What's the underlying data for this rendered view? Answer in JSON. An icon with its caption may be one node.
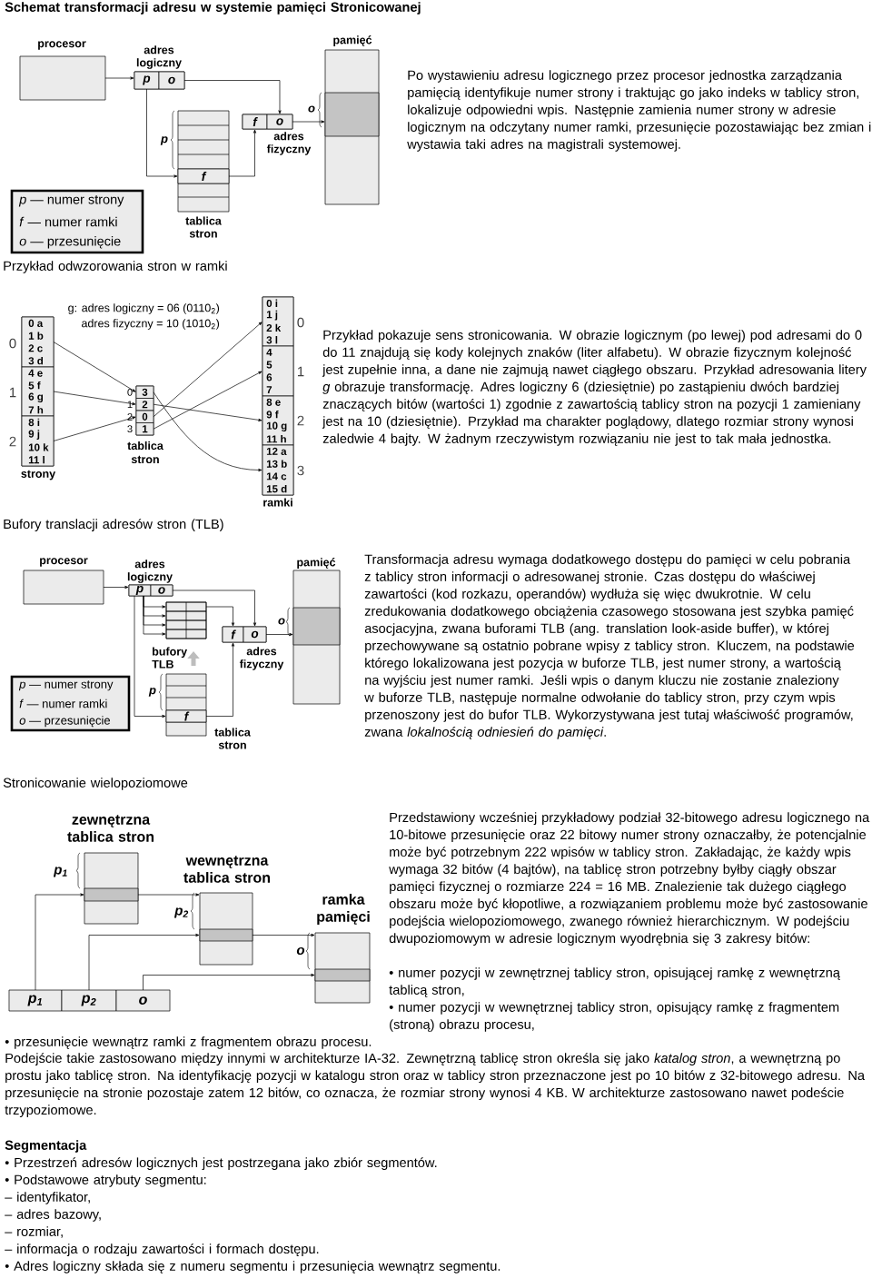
{
  "diagram": {
    "title": "Schemat transformacji adresu w systemie pamięci Stronicowanej",
    "nodes": [
      {
        "text": [
          "procesor"
        ]
      },
      {
        "text": [
          "adres logiczny"
        ]
      },
      {
        "text": [
          "p"
        ],
        "in": 1
      },
      {
        "text": [
          "o"
        ],
        "in": 1
      },
      {
        "text": [
          "tablica stron"
        ]
      },
      {
        "text": [
          "f"
        ],
        "in": 4
      },
      {
        "text": [
          "adres fizyczny"
        ]
      },
      {
        "text": [
          "f"
        ],
        "in": 6
      },
      {
        "text": [
          "o"
        ],
        "in": 6
      },
      {
        "text": [
          "pamięć"
        ]
      },
      {
        "text": [],
        "shape": "box",
        "in": 9
      },
      {
        "text": [
          "*p* — numer strony",
          "*f* — numer ramki",
          "*o* — przesunięcie"
        ]
      },
      {
        "text": [
          "strony"
        ]
      },
      {
        "text": [
          "0 a",
          "1 b",
          "2 c",
          "3 d"
        ],
        "beside": [
          "0"
        ],
        "in": 12
      },
      {
        "text": [
          "4 e",
          "5 f",
          "6 g",
          "7 h"
        ],
        "beside": [
          "1"
        ],
        "in": 12
      },
      {
        "text": [
          "8 i",
          "9 j",
          "10 k",
          "11 l"
        ],
        "beside": [
          "2"
        ],
        "in": 12
      },
      {
        "text": [
          "tablica stron"
        ]
      },
      {
        "text": [
          "3"
        ],
        "beside": [
          "0"
        ],
        "in": 16
      },
      {
        "text": [
          "2"
        ],
        "beside": [
          "1"
        ],
        "in": 16
      },
      {
        "text": [
          "0"
        ],
        "beside": [
          "2"
        ],
        "in": 16
      },
      {
        "text": [
          "1"
        ],
        "beside": [
          "3"
        ],
        "in": 16
      },
      {
        "text": [
          "ramki"
        ]
      },
      {
        "text": [
          "0 i",
          "1 j",
          "2 k",
          "3 l"
        ],
        "beside": [
          "0"
        ],
        "in": 21
      },
      {
        "text": [
          "4",
          "5",
          "6",
          "7"
        ],
        "beside": [
          "1"
        ],
        "in": 21
      },
      {
        "text": [
          "8 e",
          "9 f",
          "10 g",
          "11 h"
        ],
        "beside": [
          "2"
        ],
        "in": 21
      },
      {
        "text": [
          "12 a",
          "13 b",
          "14 c",
          "15 d"
        ],
        "beside": [
          "3"
        ],
        "in": 21
      },
      {
        "text": [
          "procesor"
        ]
      },
      {
        "text": [
          "adres logiczny"
        ]
      },
      {
        "text": [
          "p"
        ],
        "in": 27
      },
      {
        "text": [
          "o"
        ],
        "in": 27
      },
      {
        "text": [
          "bufory TLB"
        ]
      },
      {
        "text": [],
        "shape": "box",
        "in": 30
      },
      {
        "text": [],
        "shape": "box",
        "in": 30
      },
      {
        "text": [],
        "shape": "box",
        "in": 30
      },
      {
        "text": [],
        "shape": "box",
        "in": 30
      },
      {
        "text": [
          "adres fizyczny"
        ]
      },
      {
        "text": [
          "f"
        ],
        "in": 35
      },
      {
        "text": [
          "o"
        ],
        "in": 35
      },
      {
        "text": [
          "tablica stron"
        ]
      },
      {
        "text": [
          "f"
        ],
        "in": 38
      },
      {
        "text": [
          "pamięć"
        ]
      },
      {
        "text": [],
        "shape": "box",
        "in": 40
      },
      {
        "text": [
          "*p* — numer strony",
          "*f* — numer ramki",
          "*o* — przesunięcie"
        ]
      },
      {
        "text": [
          "zewnętrzna tablica stron"
        ]
      },
      {
        "text": [],
        "shape": "box",
        "in": 43
      },
      {
        "text": [
          "wewnętrzna tablica stron"
        ]
      },
      {
        "text": [],
        "shape": "box",
        "in": 45
      },
      {
        "text": [
          "ramka pamięci"
        ]
      },
      {
        "text": [],
        "shape": "box",
        "in": 47
      },
      {
        "text": [
          "p$_{1}$"
        ]
      },
      {
        "text": [
          "p$_{2}$"
        ]
      },
      {
        "text": [
          "o"
        ]
      }
    ],
    "edges": [
      {
        "from": 0,
        "to": 1,
        "arrow": "to"
      },
      {
        "from": 2,
        "to": 5,
        "arrow": "to"
      },
      {
        "from": 3,
        "to": 8,
        "arrow": "to"
      },
      {
        "from": 5,
        "to": 7,
        "arrow": "to"
      },
      {
        "from": 6,
        "to": 10,
        "arrow": "to"
      },
      {
        "from": 13,
        "to": 17,
        "arrow": "to"
      },
      {
        "from": 14,
        "to": 18,
        "arrow": "to"
      },
      {
        "from": 15,
        "to": 19,
        "arrow": "to"
      },
      {
        "from": 17,
        "to": 25,
        "arrow": "to"
      },
      {
        "from": 18,
        "to": 24,
        "arrow": "to"
      },
      {
        "from": 19,
        "to": 22,
        "arrow": "to"
      },
      {
        "from": 20,
        "to": 23,
        "arrow": "to"
      },
      {
        "from": 26,
        "to": 27,
        "arrow": "to"
      },
      {
        "from": 28,
        "to": 31,
        "arrow": "to"
      },
      {
        "from": 28,
        "to": 32,
        "arrow": "to"
      },
      {
        "from": 28,
        "to": 33,
        "arrow": "to"
      },
      {
        "from": 28,
        "to": 34,
        "arrow": "to"
      },
      {
        "from": 28,
        "to": 39,
        "arrow": "to"
      },
      {
        "from": 29,
        "to": 37,
        "arrow": "to"
      },
      {
        "from": 31,
        "to": 36,
        "arrow": "to"
      },
      {
        "from": 39,
        "to": 36,
        "arrow": "to"
      },
      {
        "from": 38,
        "to": 30,
        "arrow": "to",
        "style": "thick",
        "color": "#bdbdbd"
      },
      {
        "from": 35,
        "to": 41,
        "arrow": "to"
      },
      {
        "from": 49,
        "to": 44,
        "arrow": "to"
      },
      {
        "from": 44,
        "to": 45,
        "arrow": "to"
      },
      {
        "from": 50,
        "to": 46,
        "arrow": "to"
      },
      {
        "from": 46,
        "to": 47,
        "arrow": "to"
      },
      {
        "from": 51,
        "to": 48,
        "arrow": "to"
      }
    ],
    "labels": [
      "p",
      "o",
      "Po wystawieniu adresu logicznego przez procesor jednostka zarządzania pamięcią identyfikuje numer strony i traktując go jako indeks w tablicy stron, lokalizuje odpowiedni wpis. Następnie zamienia numer strony w adresie logicznym na odczytany numer ramki, przesunięcie pozostawiając bez zmian i wystawia taki adres na magistrali systemowej.",
      "Przykład odwzorowania stron w ramki",
      "g: adres logiczny = 06 (0110$_{2}$)",
      "adres fizyczny = 10 (1010$_{2}$)",
      "Przykład pokazuje sens stronicowania. W obrazie logicznym (po lewej) pod adresami do 0 do 11 znajdują się kody kolejnych znaków (liter alfabetu). W obrazie fizycznym kolejność jest zupełnie inna, a dane nie zajmują nawet ciągłego obszaru. Przykład adresowania litery *g* obrazuje transformację. Adres logiczny 6 (dziesiętnie) po zastąpieniu dwóch bardziej znaczących bitów (wartości 1) zgodnie z zawartością tablicy stron na pozycji 1 zamieniany jest na 10 (dziesiętnie). Przykład ma charakter poglądowy, dlatego rozmiar strony wynosi zaledwie 4 bajty. W żadnym rzeczywistym rozwiązaniu nie jest to tak mała jednostka.",
      "Bufory translacji adresów stron (TLB)",
      "Transformacja adresu wymaga dodatkowego dostępu do pamięci w celu pobrania z tablicy stron informacji o adresowanej stronie. Czas dostępu do właściwej zawartości (kod rozkazu, operandów) wydłuża się więc dwukrotnie. W celu zredukowania dodatkowego obciążenia czasowego stosowana jest szybka pamięć asocjacyjna, zwana buforami TLB (ang. translation look-aside buffer), w której przechowywane są ostatnio pobrane wpisy z tablicy stron. Kluczem, na podstawie którego lokalizowana jest pozycja w buforze TLB, jest numer strony, a wartością na wyjściu jest numer ramki. Jeśli wpis o danym kluczu nie zostanie znaleziony w buforze TLB, następuje normalne odwołanie do tablicy stron, przy czym wpis przenoszony jest do bufor TLB. Wykorzystywana jest tutaj właściwość programów, zwana *lokalnością odniesień do pamięci*.",
      "p",
      "o",
      "Stronicowanie wielopoziomowe",
      "p$_{1}$",
      "p$_{2}$",
      "o",
      "Przedstawiony wcześniej przykładowy podział 32-bitowego adresu logicznego na 10-bitowe przesunięcie oraz 22 bitowy numer strony oznaczałby, że potencjalnie może być potrzebnym 222 wpisów w tablicy stron. Zakładając, że każdy wpis wymaga 32 bitów (4 bajtów), na tablicę stron potrzebny byłby ciągły obszar pamięci fizycznej o rozmiarze 224 = 16 MB. Znalezienie tak dużego ciągłego obszaru może być kłopotliwe, a rozwiązaniem problemu może być zastosowanie podejścia wielopoziomowego, zwanego również hierarchicznym. W podejściu dwupoziomowym w adresie logicznym wyodrębnia się 3 zakresy bitów:",
      "• numer pozycji w zewnętrznej tablicy stron, opisującej ramkę z wewnętrzną tablicą stron,",
      "• numer pozycji w wewnętrznej tablicy stron, opisujący ramkę z fragmentem (stroną) obrazu procesu,",
      "• przesunięcie wewnątrz ramki z fragmentem obrazu procesu.",
      "Podejście takie zastosowano między innymi w architekturze IA-32. Zewnętrzną tablicę stron określa się jako *katalog stron*, a wewnętrzną po prostu jako tablicę stron. Na identyfikację pozycji w katalogu stron oraz w tablicy stron przeznaczone jest po 10 bitów z 32-bitowego adresu. Na przesunięcie na stronie pozostaje zatem 12 bitów, co oznacza, że rozmiar strony wynosi 4 KB. W architekturze zastosowano nawet podeście trzypoziomowe.",
      "Segmentacja",
      "• Przestrzeń adresów logicznych jest postrzegana jako zbiór segmentów.",
      "• Podstawowe atrybuty segmentu:",
      "– identyfikator,",
      "– adres bazowy,",
      "– rozmiar,",
      "– informacja o rodzaju zawartości i formach dostępu.",
      "• Adres logiczny składa się z numeru segmentu i przesunięcia wewnątrz segmentu."
    ]
  }
}
